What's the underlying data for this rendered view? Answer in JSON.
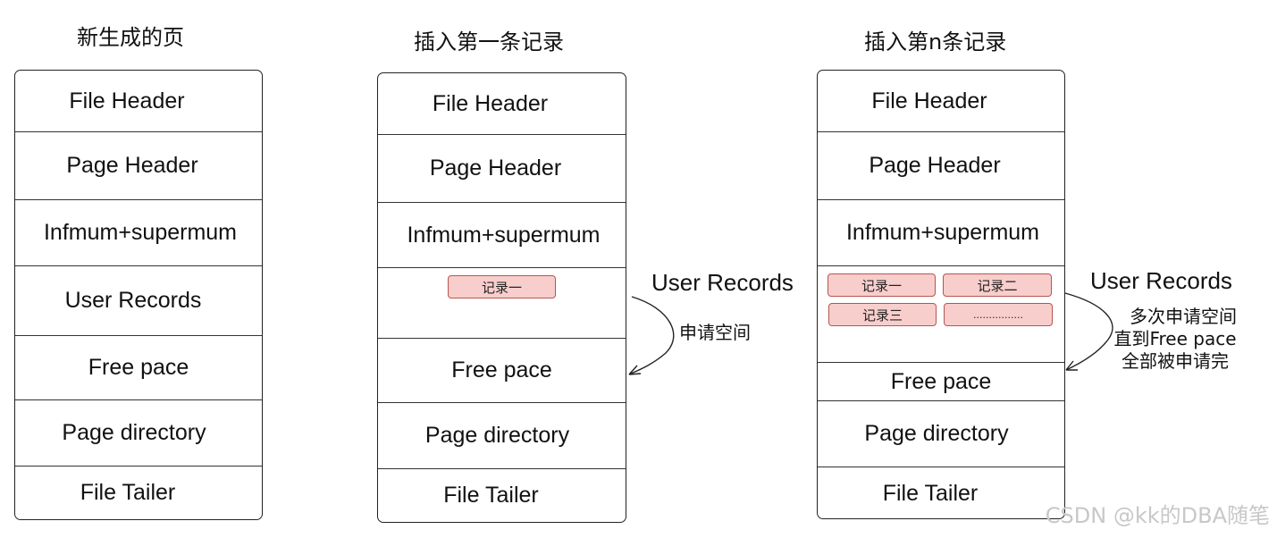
{
  "columns": [
    {
      "title": "新生成的页",
      "sections": [
        "File Header",
        "Page Header",
        "Infmum+supermum",
        "User Records",
        "Free pace",
        "Page directory",
        "File Tailer"
      ]
    },
    {
      "title": "插入第一条记录",
      "sections": [
        "File Header",
        "Page Header",
        "Infmum+supermum",
        "",
        "Free pace",
        "Page directory",
        "File Tailer"
      ],
      "records": [
        "记录一"
      ],
      "side_label": "User Records",
      "arrow_label": "申请空间"
    },
    {
      "title": "插入第n条记录",
      "sections": [
        "File Header",
        "Page Header",
        "Infmum+supermum",
        "",
        "Free pace",
        "Page directory",
        "File Tailer"
      ],
      "records": [
        "记录一",
        "记录二",
        "记录三",
        "................"
      ],
      "side_label": "User Records",
      "arrow_label_lines": [
        "多次申请空间",
        "直到Free pace",
        "全部被申请完"
      ]
    }
  ],
  "watermark": "CSDN @kk的DBA随笔",
  "colors": {
    "record_fill": "#f8cecc",
    "record_border": "#b85450",
    "line": "#222222"
  }
}
